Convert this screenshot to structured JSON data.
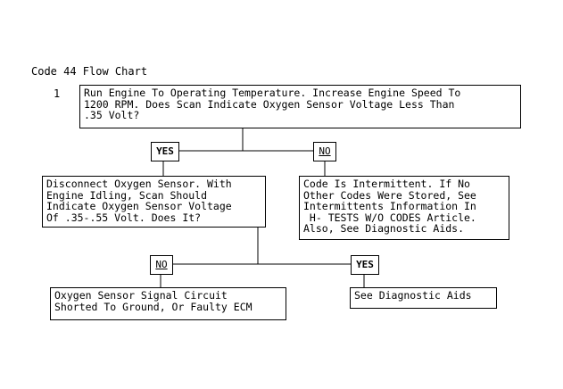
{
  "title": "Code 44 Flow Chart",
  "step_number": "1",
  "nodes": {
    "start": "Run Engine To Operating Temperature. Increase Engine Speed To\n1200 RPM. Does Scan Indicate Oxygen Sensor Voltage Less Than\n.35 Volt?",
    "disconnect": "Disconnect Oxygen Sensor. With\nEngine Idling, Scan Should\nIndicate Oxygen Sensor Voltage\nOf .35-.55 Volt. Does It?",
    "intermittent": "Code Is Intermittent. If No\nOther Codes Were Stored, See\nIntermittents Information In\n H- TESTS W/O CODES Article.\nAlso, See Diagnostic Aids.",
    "shorted": "Oxygen Sensor Signal Circuit\nShorted To Ground, Or Faulty ECM",
    "diag_aids": "See Diagnostic Aids"
  },
  "labels": {
    "yes": "YES",
    "no": "NO"
  }
}
